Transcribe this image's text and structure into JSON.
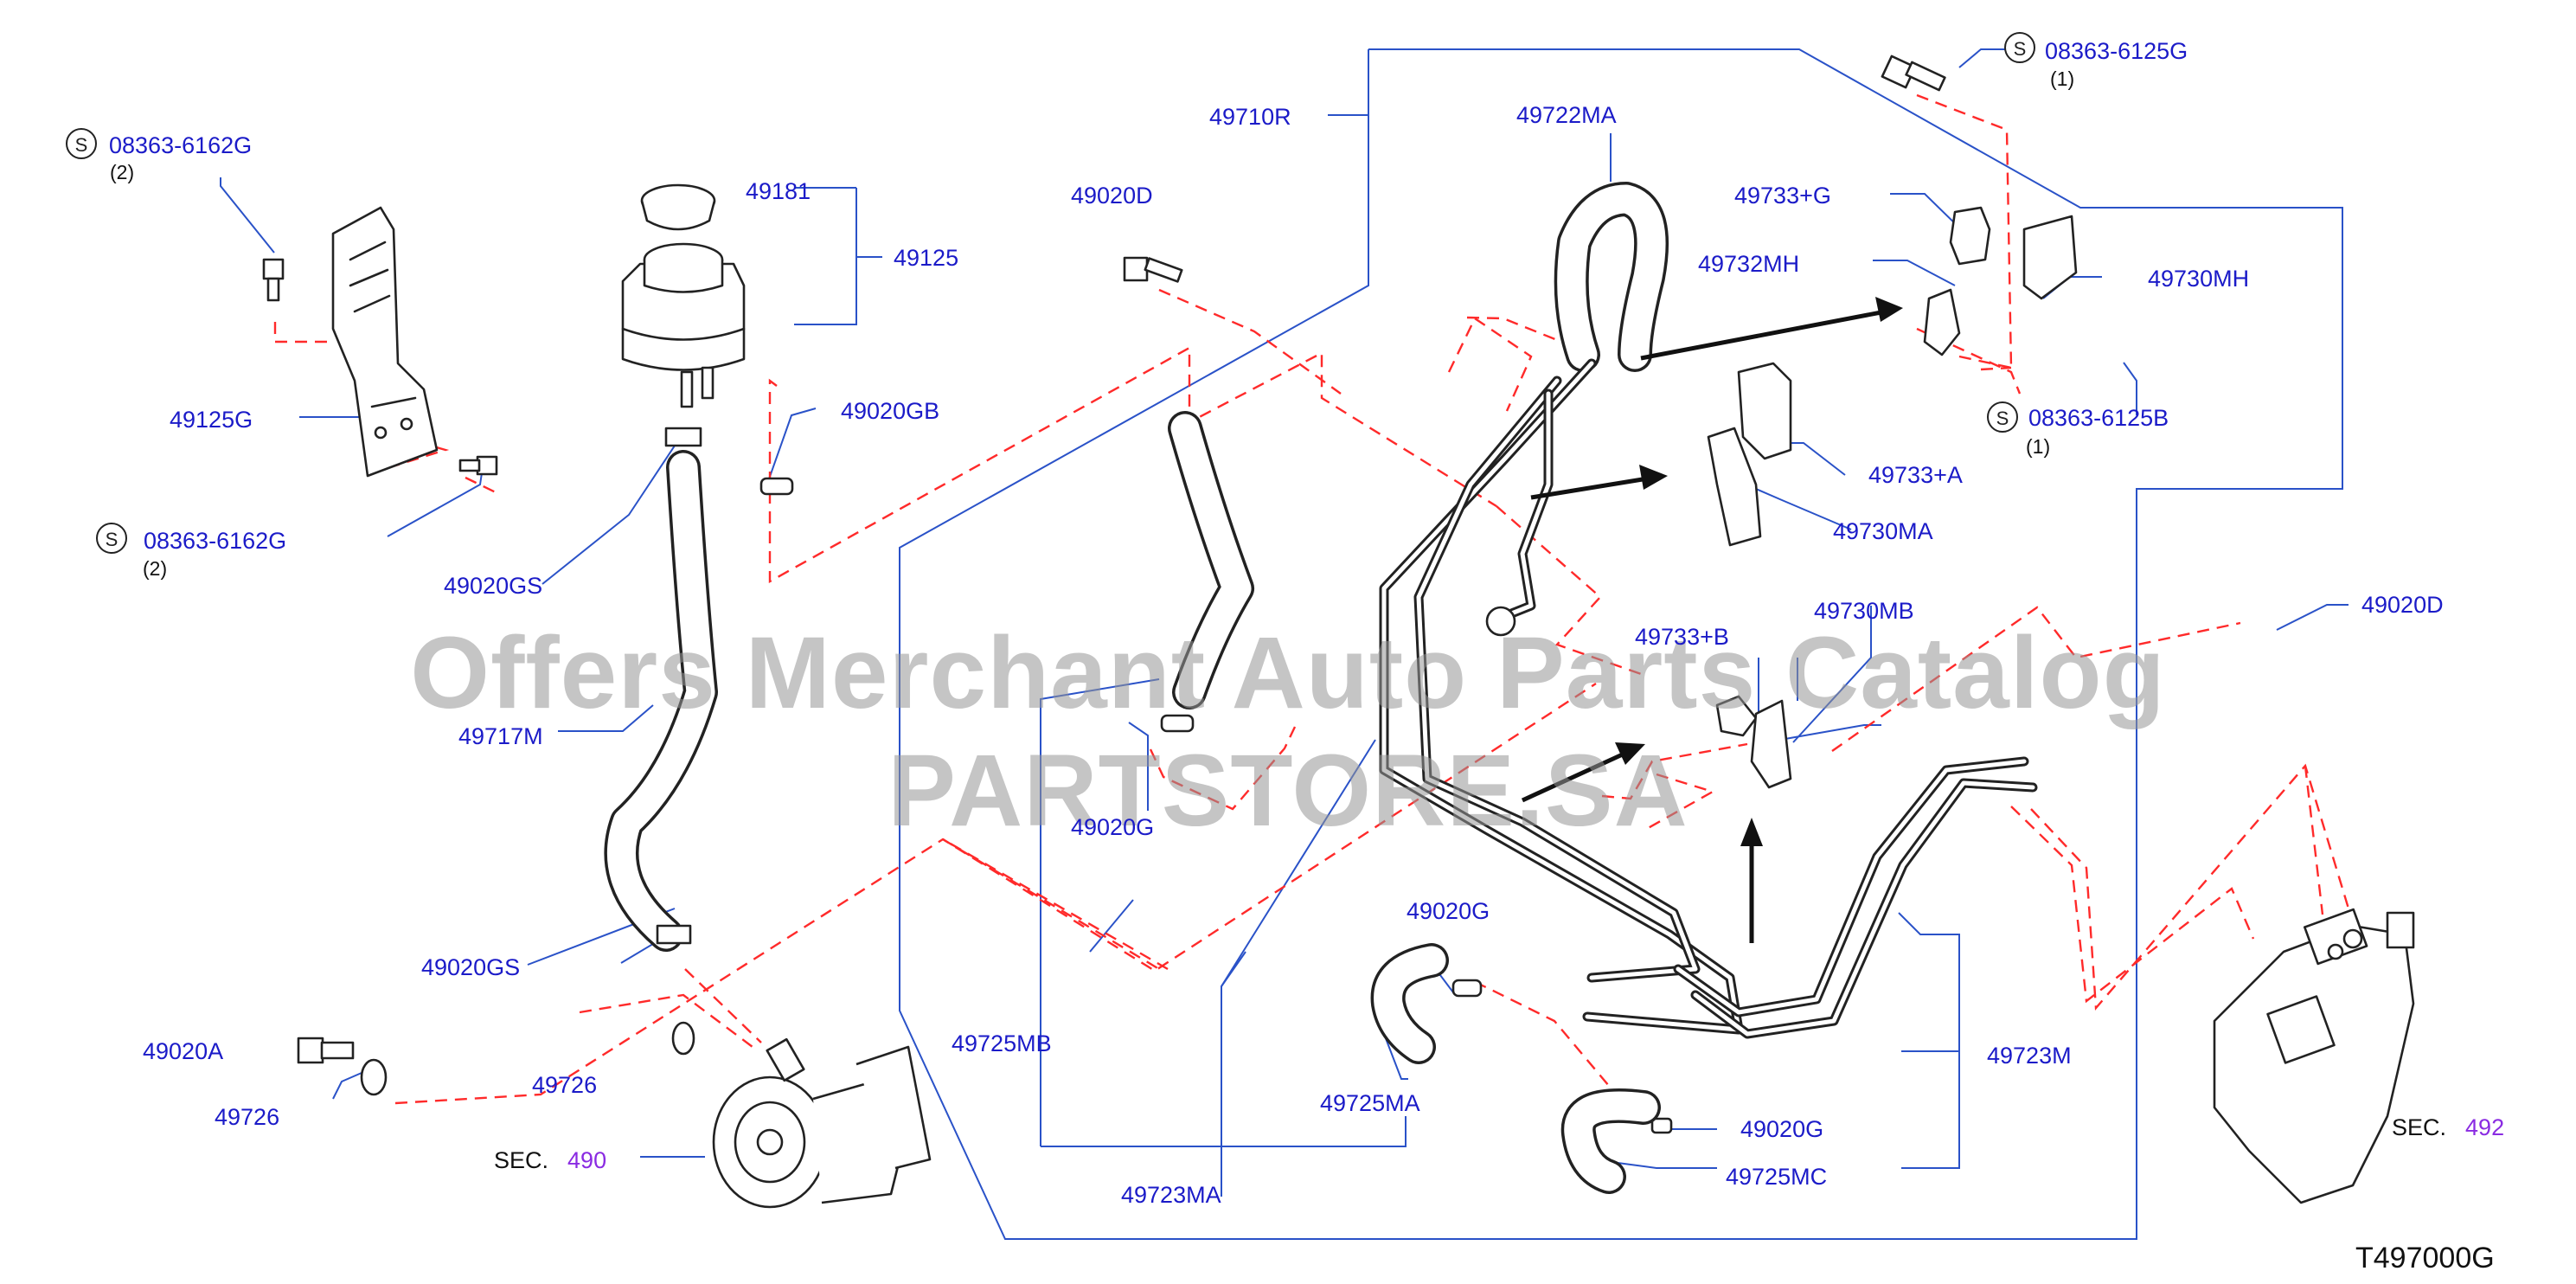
{
  "diagram": {
    "catalog_number": "T497000G",
    "watermark": "Offers Merchant Auto Parts Catalog PARTSTORE.SA",
    "colors": {
      "part_label": "#1b1bc8",
      "leader_line": "#2a52c8",
      "phantom_line": "#ff2a2a",
      "section_ref": "#8a2be2"
    },
    "labels": {
      "p08363_6125g": "08363-6125G",
      "p08363_6125g_qty": "(1)",
      "p08363_6162g_top": "08363-6162G",
      "p08363_6162g_top_qty": "(2)",
      "p08363_6162g_bottom": "08363-6162G",
      "p08363_6162g_bottom_qty": "(2)",
      "p08363_6125b": "08363-6125B",
      "p08363_6125b_qty": "(1)",
      "p49710r": "49710R",
      "p49722ma": "49722MA",
      "p49181": "49181",
      "p49125": "49125",
      "p49020d_top": "49020D",
      "p49733g": "49733+G",
      "p49732mh": "49732MH",
      "p49730mh": "49730MH",
      "p49125g": "49125G",
      "p49020gb": "49020GB",
      "p49733a": "49733+A",
      "p49730ma": "49730MA",
      "p49020gs_top": "49020GS",
      "p49733b": "49733+B",
      "p49730mb": "49730MB",
      "p49020d_right": "49020D",
      "p49717m": "49717M",
      "p49020g_a": "49020G",
      "p49020g_b": "49020G",
      "p49020gs_bottom": "49020GS",
      "p49725mb": "49725MB",
      "p49020a": "49020A",
      "p49726_a": "49726",
      "p49726_b": "49726",
      "p49723m": "49723M",
      "p49725ma": "49725MA",
      "p49020g_c": "49020G",
      "p49725mc": "49725MC",
      "p49723ma": "49723MA",
      "sec_490_prefix": "SEC.",
      "sec_490_ref": "490",
      "sec_492_prefix": "SEC.",
      "sec_492_ref": "492",
      "s_marker": "S"
    }
  }
}
